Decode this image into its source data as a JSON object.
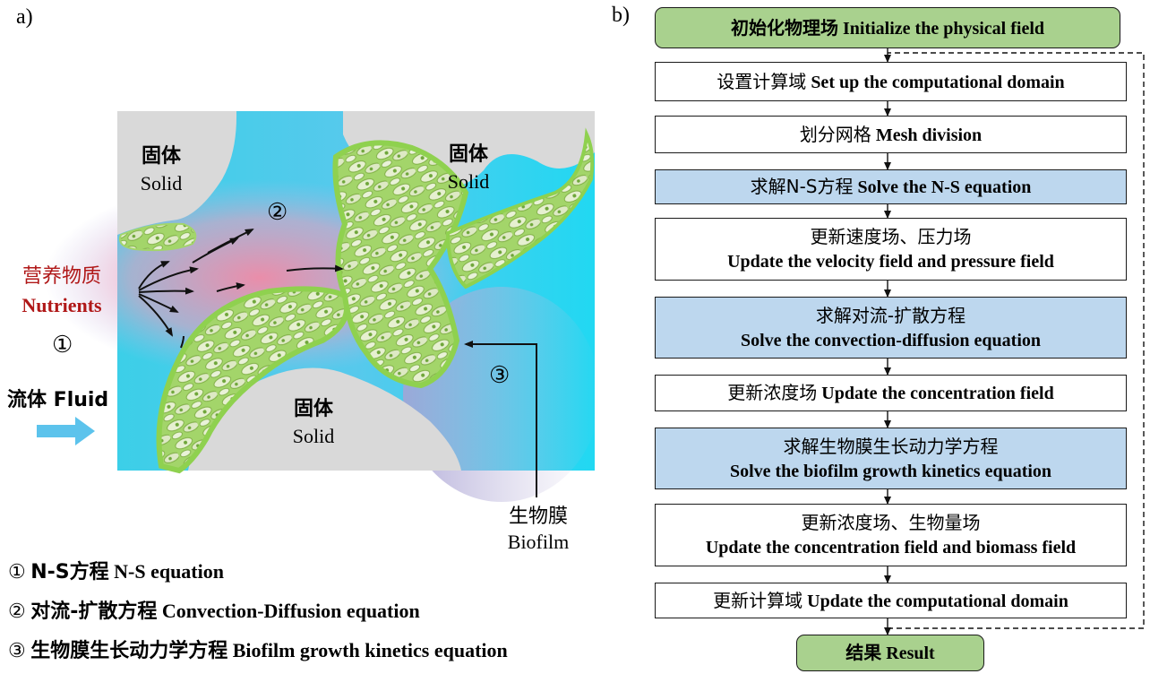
{
  "panel_a": {
    "label": "a)",
    "solid_top_left": {
      "zh": "固体",
      "en": "Solid"
    },
    "solid_top_right": {
      "zh": "固体",
      "en": "Solid"
    },
    "solid_bottom": {
      "zh": "固体",
      "en": "Solid"
    },
    "nutrients": {
      "zh": "营养物质",
      "en": "Nutrients"
    },
    "marker_1": "①",
    "marker_2": "②",
    "marker_3": "③",
    "fluid_label": "流体 Fluid",
    "biofilm": {
      "zh": "生物膜",
      "en": "Biofilm"
    },
    "legend": [
      {
        "marker": "①",
        "zh": "N-S方程",
        "en": "N-S equation"
      },
      {
        "marker": "②",
        "zh": "对流-扩散方程",
        "en": "Convection-Diffusion equation"
      },
      {
        "marker": "③",
        "zh": "生物膜生长动力学方程",
        "en": "Biofilm growth kinetics equation"
      }
    ],
    "colors": {
      "fluid": "#2fd3ee",
      "solid": "#d9d9d9",
      "nutrient": "#f08fa8",
      "biofilm": "#8fd14f",
      "cell": "#e4efcf",
      "fluid_arrow": "#5cc3ec",
      "nutrient_text": "#b01818"
    }
  },
  "panel_b": {
    "label": "b)",
    "steps": [
      {
        "zh": "初始化物理场",
        "en": "Initialize the physical field",
        "style": "green",
        "layout": "inline"
      },
      {
        "zh": "设置计算域",
        "en": "Set up the computational domain",
        "style": "white",
        "layout": "inline"
      },
      {
        "zh": "划分网格",
        "en": "Mesh division",
        "style": "white",
        "layout": "inline"
      },
      {
        "zh": "求解N-S方程",
        "en": "Solve the N-S equation",
        "style": "blue",
        "layout": "inline"
      },
      {
        "zh": "更新速度场、压力场",
        "en": "Update the velocity field and pressure field",
        "style": "white",
        "layout": "stacked"
      },
      {
        "zh": "求解对流-扩散方程",
        "en": "Solve the convection-diffusion equation",
        "style": "blue",
        "layout": "stacked"
      },
      {
        "zh": "更新浓度场",
        "en": "Update the concentration field",
        "style": "white",
        "layout": "inline"
      },
      {
        "zh": "求解生物膜生长动力学方程",
        "en": "Solve the biofilm growth kinetics equation",
        "style": "blue",
        "layout": "stacked"
      },
      {
        "zh": "更新浓度场、生物量场",
        "en": "Update the concentration field and biomass field",
        "style": "white",
        "layout": "stacked"
      },
      {
        "zh": "更新计算域",
        "en": "Update the computational domain",
        "style": "white",
        "layout": "inline"
      },
      {
        "zh": "结果",
        "en": "Result",
        "style": "green",
        "layout": "inline"
      }
    ],
    "colors": {
      "green": "#a9d18e",
      "blue": "#bdd7ee",
      "white": "#ffffff"
    }
  }
}
